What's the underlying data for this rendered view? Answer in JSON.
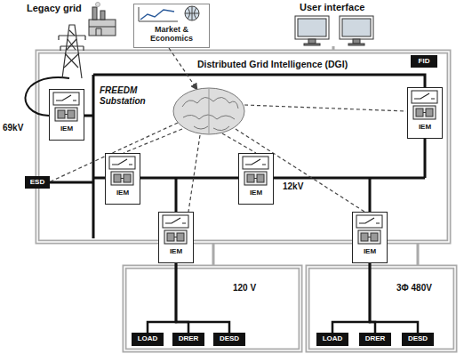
{
  "diagram": {
    "nodes": [
      {
        "text": [
          "Market & Economics"
        ]
      },
      {
        "text": [
          "IEM"
        ]
      },
      {
        "text": [
          "ESD"
        ]
      },
      {
        "text": [
          "FID"
        ]
      },
      {
        "text": [
          "IEM"
        ]
      },
      {
        "text": [
          "IEM"
        ]
      },
      {
        "text": [
          "IEM"
        ]
      },
      {
        "text": [
          "IEM"
        ]
      },
      {
        "text": [
          "IEM"
        ]
      },
      {
        "text": [
          "LOAD"
        ]
      },
      {
        "text": [
          "DRER"
        ]
      },
      {
        "text": [
          "DESD"
        ]
      },
      {
        "text": [
          "LOAD"
        ]
      },
      {
        "text": [
          "DRER"
        ]
      },
      {
        "text": [
          "DESD"
        ]
      }
    ],
    "edges": [
      {
        "from": 7,
        "to": 9,
        "arrow": "none"
      },
      {
        "from": 7,
        "to": 10,
        "arrow": "none"
      },
      {
        "from": 7,
        "to": 11,
        "arrow": "none"
      },
      {
        "from": 8,
        "to": 12,
        "arrow": "none"
      },
      {
        "from": 8,
        "to": 13,
        "arrow": "none"
      },
      {
        "from": 8,
        "to": 14,
        "arrow": "none"
      }
    ],
    "labels": [
      "Legacy grid",
      "User interface",
      "69kV",
      "FREEDM Substation",
      "Distributed Grid Intelligence (DGI)",
      "12kV",
      "120 V",
      "3Φ 480V"
    ]
  }
}
